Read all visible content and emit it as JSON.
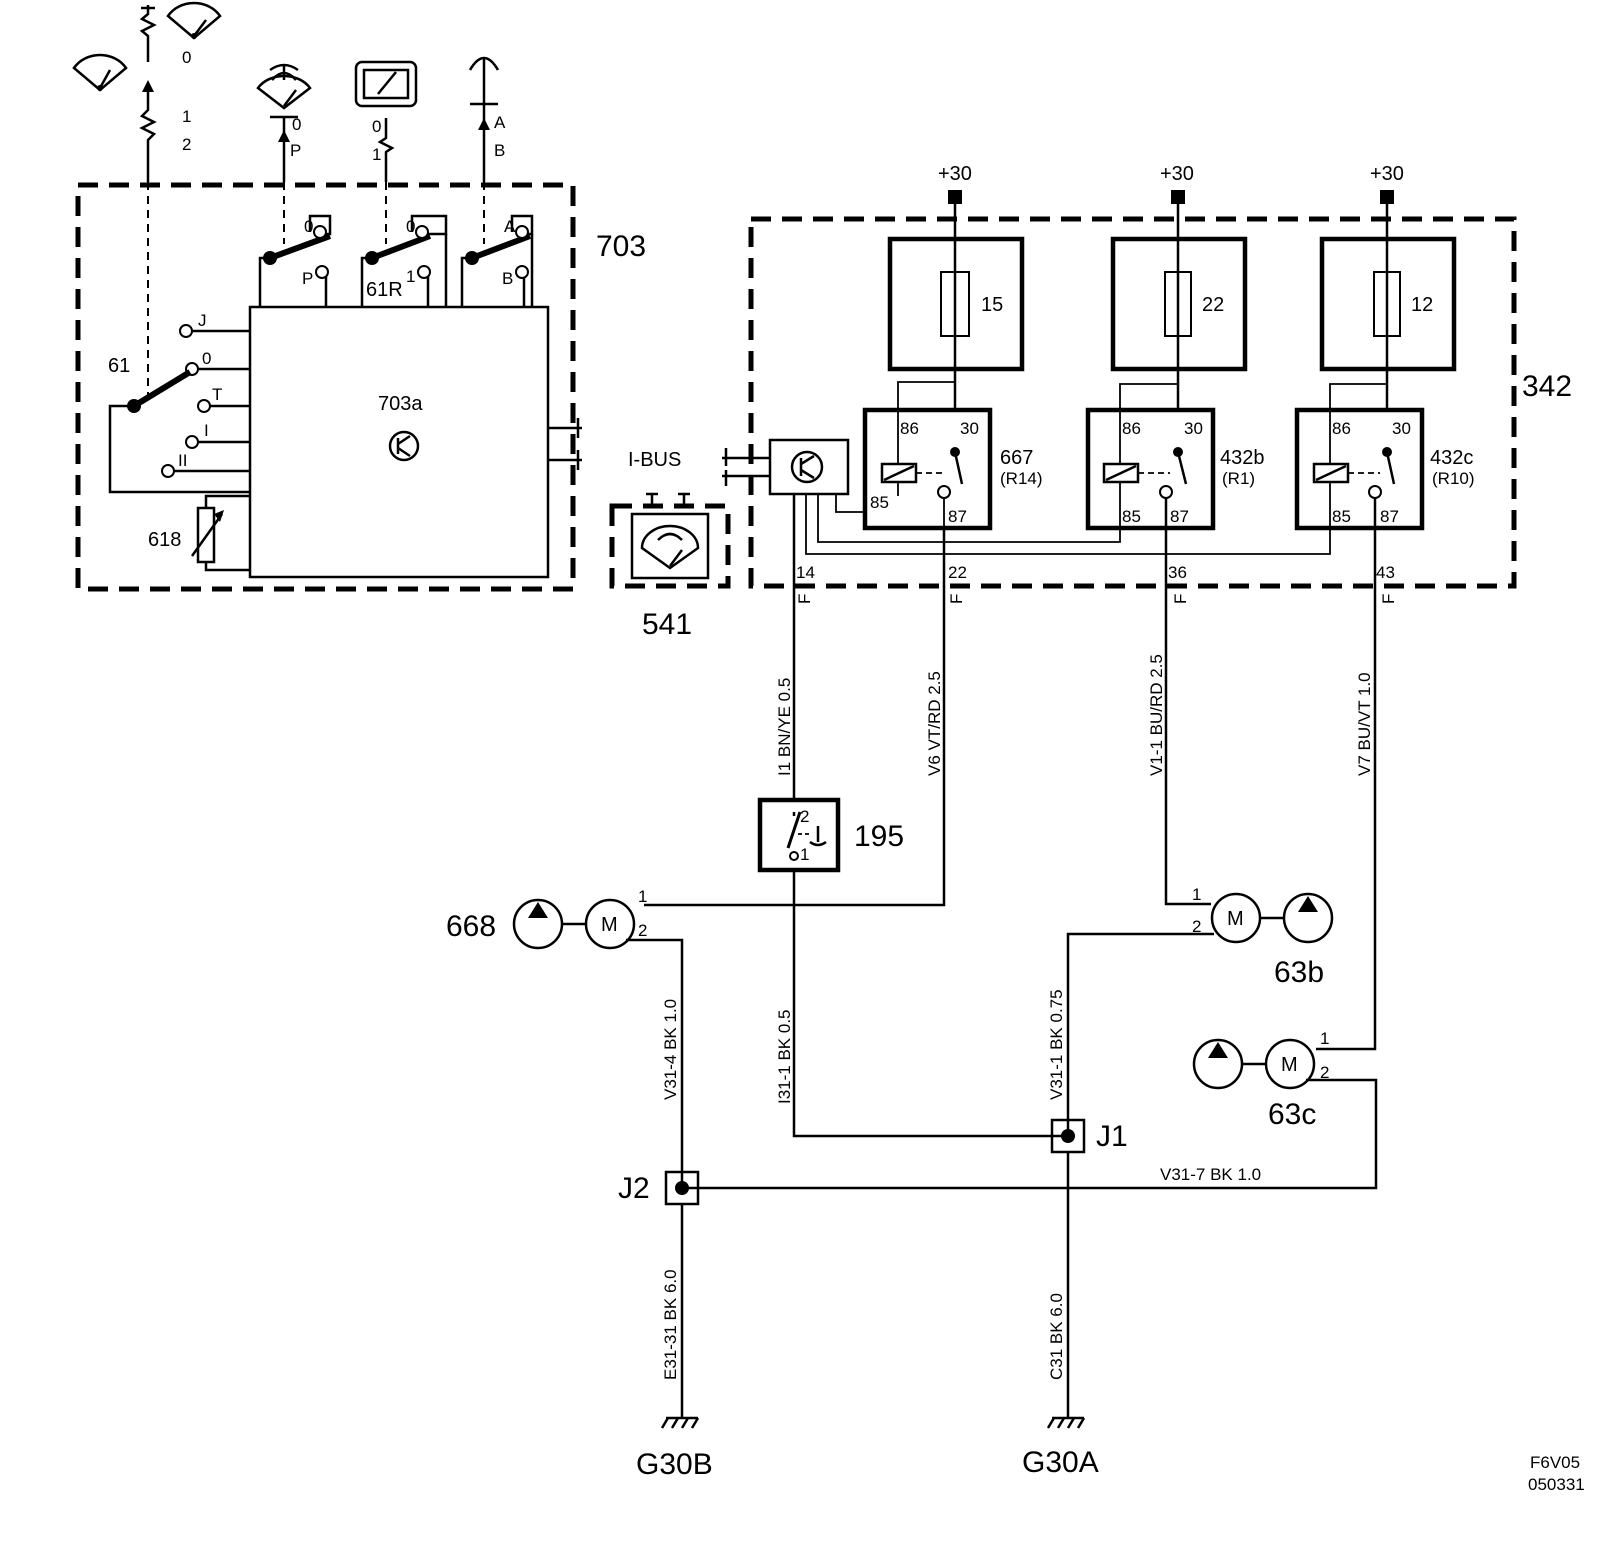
{
  "components": {
    "cluster_703": "703",
    "submodule_703a": "703a",
    "switch_61": "61",
    "switch_61R": "61R",
    "rheostat_618": "618",
    "relay_box_342": "342",
    "motor_541": "541",
    "switch_195": "195",
    "pump_668": "668",
    "pump_63b": "63b",
    "pump_63c": "63c",
    "junction_j1": "J1",
    "junction_j2": "J2",
    "ground_g30b": "G30B",
    "ground_g30a": "G30A",
    "ibus": "I-BUS"
  },
  "switch_positions": {
    "main": [
      "0",
      "1",
      "2"
    ],
    "p": [
      "0",
      "P"
    ],
    "r": [
      "0",
      "1"
    ],
    "ab": [
      "A",
      "B"
    ],
    "j": "J",
    "zero": "0",
    "t": "T",
    "i": "I",
    "ii": "II"
  },
  "supply": "+30",
  "fuses": [
    "15",
    "22",
    "12"
  ],
  "relays": [
    {
      "name": "667",
      "ref": "(R14)",
      "pins": [
        "86",
        "30",
        "85",
        "87"
      ]
    },
    {
      "name": "432b",
      "ref": "(R1)",
      "pins": [
        "86",
        "30",
        "85",
        "87"
      ]
    },
    {
      "name": "432c",
      "ref": "(R10)",
      "pins": [
        "86",
        "30",
        "85",
        "87"
      ]
    }
  ],
  "connector_pins": [
    "14",
    "22",
    "36",
    "43"
  ],
  "connector_code": "F",
  "switch_195_pins": [
    "2",
    "1"
  ],
  "motor": {
    "symbol": "M",
    "pins": [
      "1",
      "2"
    ]
  },
  "wires": {
    "i1": "I1   BN/YE  0.5",
    "v6": "V6  VT/RD  2.5",
    "v11": "V1-1 BU/RD   2.5",
    "v7": "V7   BU/VT  1.0",
    "v314": "V31-4  BK  1.0",
    "i311": "I31-1  BK  0.5",
    "v311": "V31-1  BK  0.75",
    "v317": "V31-7  BK   1.0",
    "e3131": "E31-31 BK 6.0",
    "c31": "C31 BK 6.0"
  },
  "drawing_code": [
    "F6V05",
    "050331"
  ]
}
